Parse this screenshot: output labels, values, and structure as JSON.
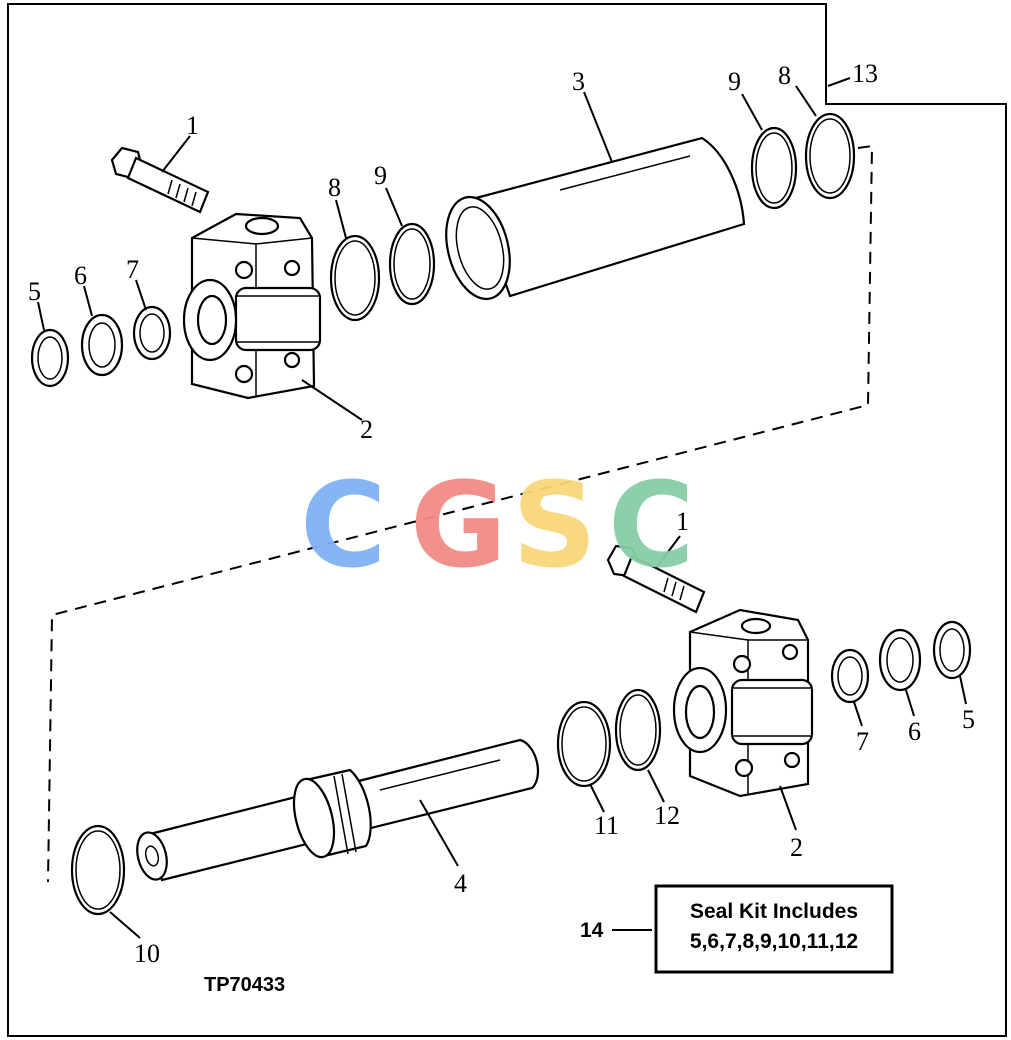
{
  "callouts": {
    "c1_top": "1",
    "c2_top": "2",
    "c3": "3",
    "c5_top": "5",
    "c6_top": "6",
    "c7_top": "7",
    "c8_a": "8",
    "c9_a": "9",
    "c9_b": "9",
    "c8_b": "8",
    "c13": "13",
    "c1_bot": "1",
    "c2_bot": "2",
    "c4": "4",
    "c5_bot": "5",
    "c6_bot": "6",
    "c7_bot": "7",
    "c10": "10",
    "c11": "11",
    "c12": "12",
    "c14": "14"
  },
  "seal_kit": {
    "line1": "Seal Kit Includes",
    "line2": "5,6,7,8,9,10,11,12"
  },
  "figure_id": "TP70433",
  "watermark": {
    "letters": [
      "C",
      "G",
      "S",
      "C"
    ],
    "colors": [
      "#7fb2f5",
      "#f28c86",
      "#f8d67a",
      "#86cda6"
    ]
  }
}
